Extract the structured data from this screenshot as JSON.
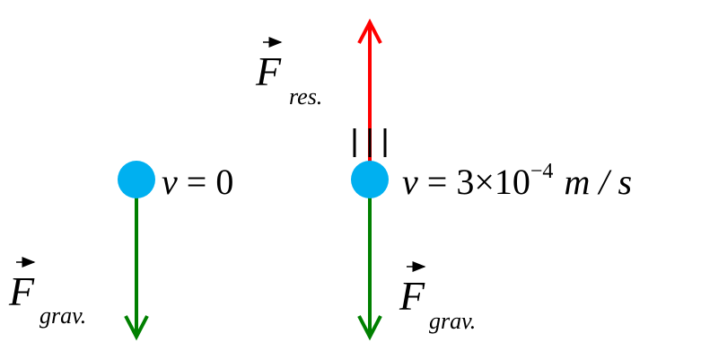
{
  "colors": {
    "ball": "#00b0f0",
    "gravity": "#008000",
    "resistance": "#ff0000",
    "ticks": "#000000"
  },
  "left": {
    "velocity_var": "v",
    "velocity_eq": "= 0",
    "force_symbol": "F",
    "force_subscript": "grav."
  },
  "right": {
    "velocity_var": "v",
    "velocity_eq": "= 3×10",
    "velocity_exp": "−4",
    "velocity_unit": "m / s",
    "grav_symbol": "F",
    "grav_subscript": "grav.",
    "res_symbol": "F",
    "res_subscript": "res."
  }
}
